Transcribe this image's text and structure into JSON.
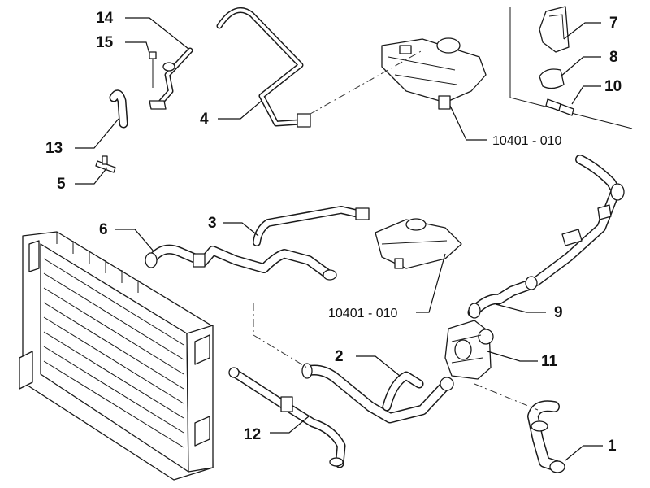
{
  "callouts": {
    "c1": "1",
    "c2": "2",
    "c3": "3",
    "c4": "4",
    "c5": "5",
    "c6": "6",
    "c7": "7",
    "c8": "8",
    "c9": "9",
    "c10": "10",
    "c11": "11",
    "c12": "12",
    "c13": "13",
    "c14": "14",
    "c15": "15",
    "ref_upper": "10401 - 010",
    "ref_lower": "10401 - 010"
  }
}
